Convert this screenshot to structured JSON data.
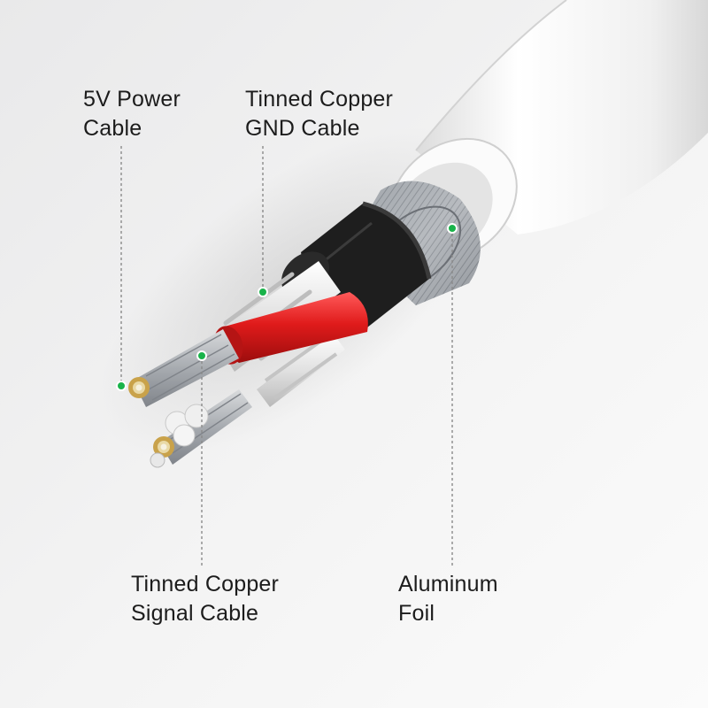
{
  "labels": {
    "power": {
      "line1": "5V Power",
      "line2": "Cable"
    },
    "gnd": {
      "line1": "Tinned Copper",
      "line2": "GND Cable"
    },
    "signal": {
      "line1": "Tinned Copper",
      "line2": "Signal Cable"
    },
    "foil": {
      "line1": "Aluminum",
      "line2": "Foil"
    }
  },
  "colors": {
    "background": "#f3f3f3",
    "jacket": "#f7f7f7",
    "black_sleeve": "#1e1e1e",
    "red_insulation": "#e01b1b",
    "marker_dot": "#19b34a",
    "leader_line": "#8a8a8a",
    "copper": "#c9a24a"
  }
}
